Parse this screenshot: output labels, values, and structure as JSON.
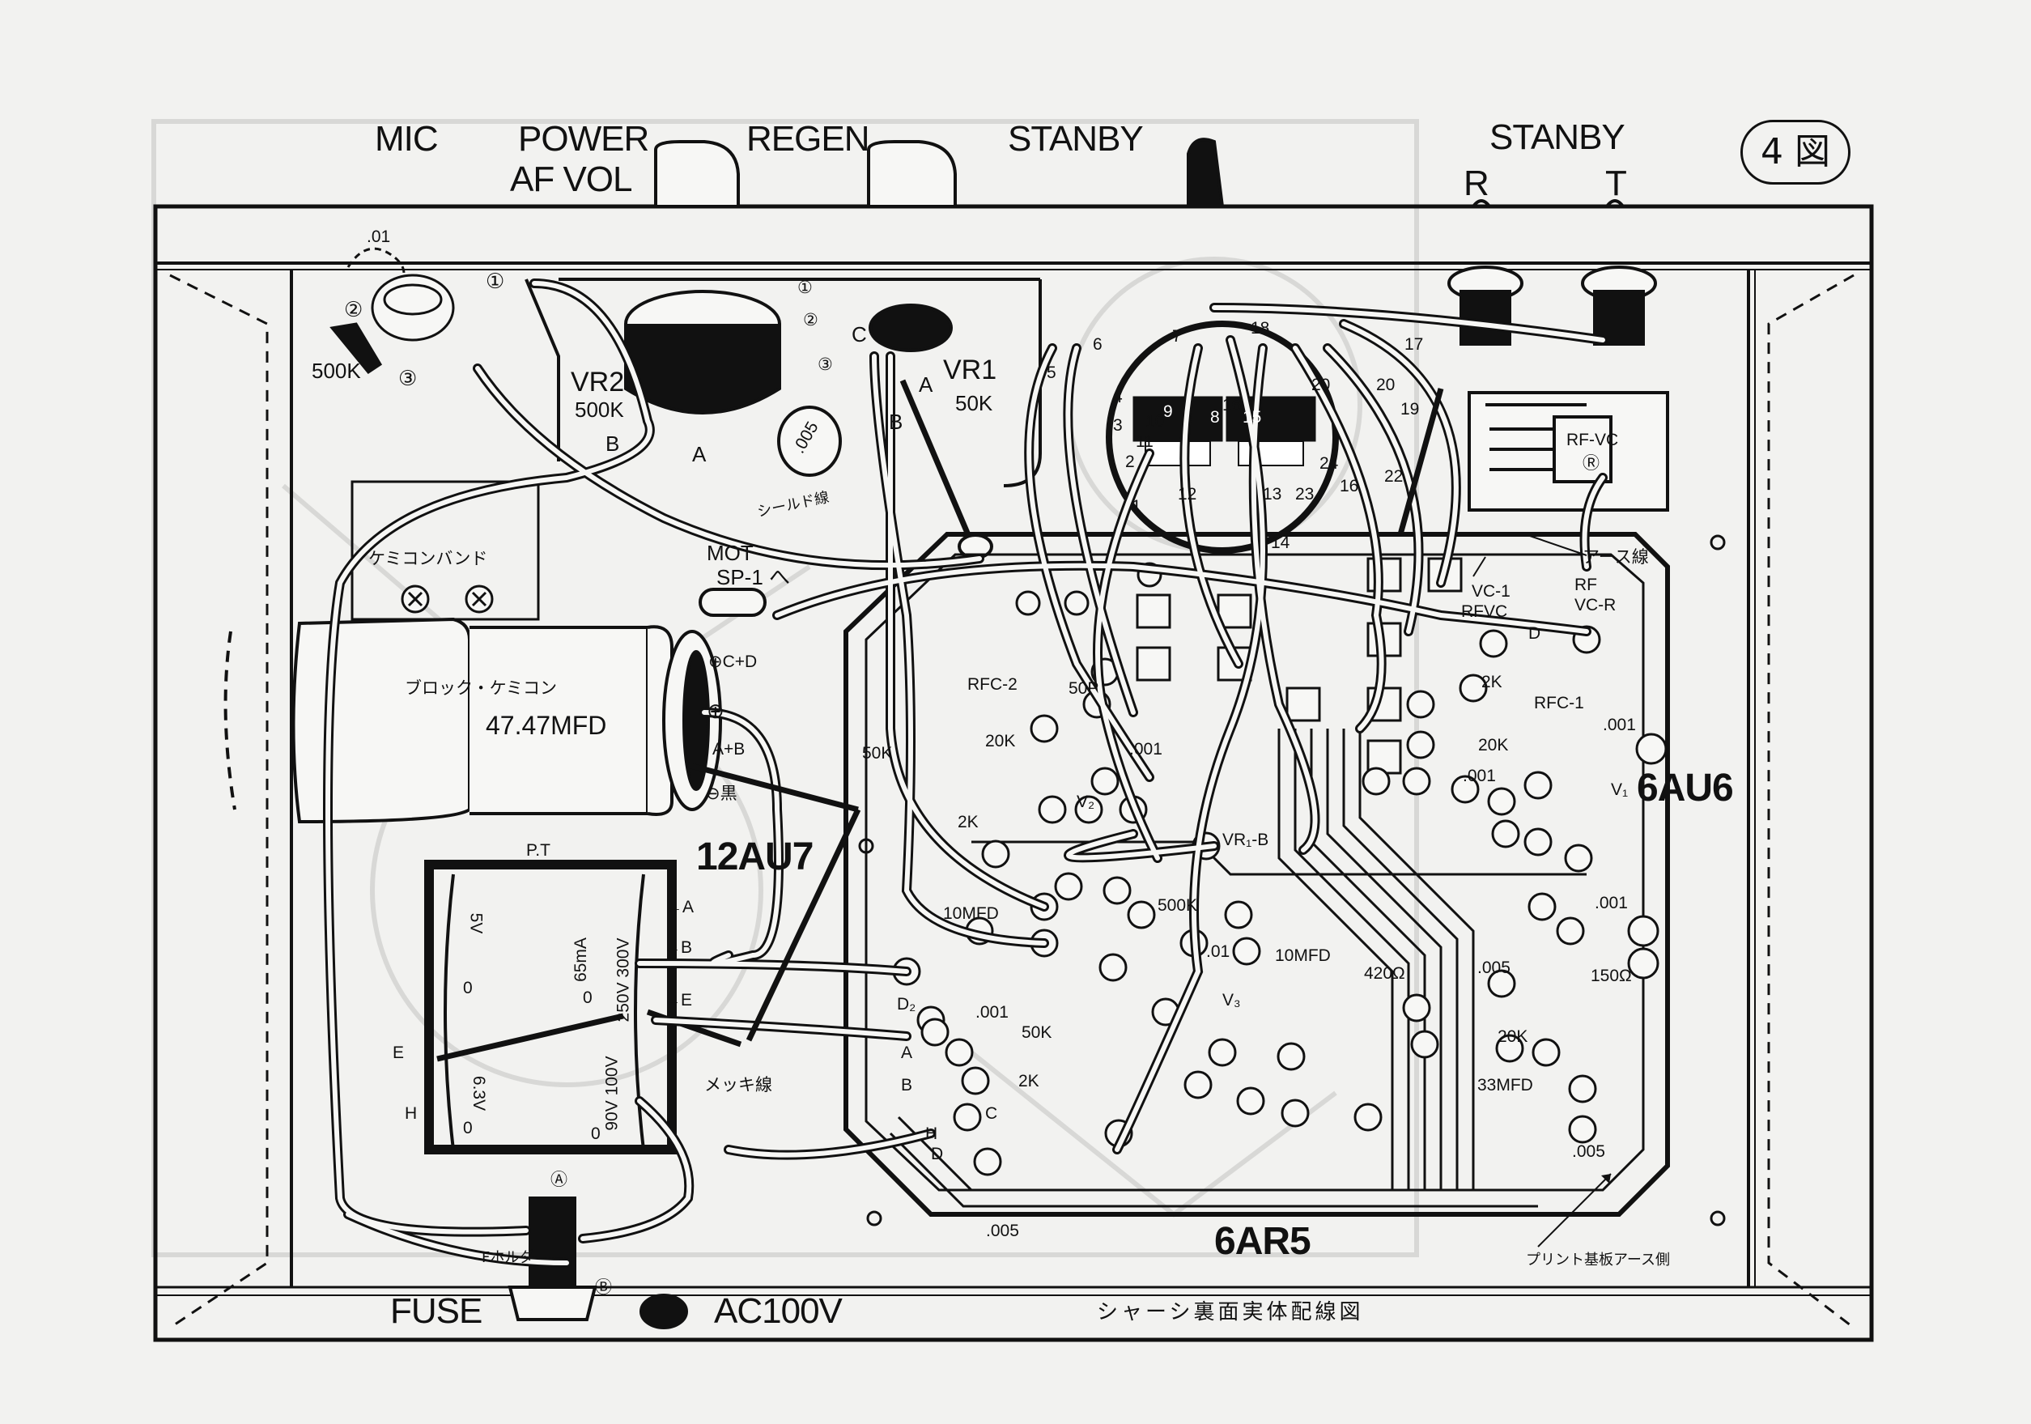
{
  "figure": {
    "badge": "4 図",
    "caption": "シャーシ裏面実体配線図"
  },
  "front_panel": {
    "mic": "MIC",
    "power": "POWER",
    "af_vol": "AF VOL",
    "regen": "REGEN",
    "stanby_left": "STANBY",
    "stanby_right": "STANBY",
    "stanby_r": "R",
    "stanby_t": "T"
  },
  "mic_jack": {
    "cap": ".01",
    "resistor": "500K",
    "pins": [
      "①",
      "②",
      "③"
    ]
  },
  "vr2": {
    "name": "VR2",
    "value": "500K",
    "pin_a": "A",
    "pin_b": "B",
    "cap": ".005",
    "pins": [
      "①",
      "②",
      "③"
    ]
  },
  "vr1": {
    "name": "VR1",
    "value": "50K",
    "pin_a": "A",
    "pin_b": "B",
    "pin_c": "C"
  },
  "block_cap": {
    "band_label": "ケミコンバンド",
    "name": "ブロック・ケミコン",
    "value": "47.47MFD",
    "term_cd": "⊕C+D",
    "term_plus": "⊕",
    "term_ab": "A+B",
    "term_minus": "⊖黒"
  },
  "mot": {
    "line1": "MOT",
    "line2": "SP-1 へ",
    "shield": "シールド線"
  },
  "power_transformer": {
    "name": "P.T",
    "ma": "65mA",
    "hv": "250V 300V",
    "v5": "5V",
    "v63": "6.3V",
    "lv": "90V 100V",
    "zero": "0",
    "tap_a": "←A",
    "tap_b": "←B",
    "tap_e": "←E",
    "left_e": "E",
    "left_h": "H",
    "plated_wire": "メッキ線"
  },
  "fuse": {
    "holder": "Fホルダ",
    "label": "FUSE",
    "term_a": "Ⓐ",
    "term_b": "Ⓑ",
    "ac": "AC100V"
  },
  "tubes": {
    "v2": "12AU7",
    "v3": "6AR5",
    "v1": "6AU6",
    "v1_tag": "V₁",
    "v2_tag": "V₂",
    "v3_tag": "V₃"
  },
  "coil_socket": {
    "pins": [
      "1",
      "2",
      "3",
      "4",
      "5",
      "6",
      "7",
      "8",
      "9",
      "10",
      "11",
      "12",
      "13",
      "14",
      "15",
      "16",
      "17",
      "18",
      "19",
      "20",
      "22",
      "23",
      "24"
    ]
  },
  "pcb": {
    "rfc2": "RFC-2",
    "c50p": "50P",
    "r20k_a": "20K",
    "c001_a": ".001",
    "r50k_a": "50K",
    "r2k_a": "2K",
    "c10mfd_a": "10MFD",
    "vr1b": "VR₁-B",
    "r500k": "500K",
    "c01": ".01",
    "c10mfd_b": "10MFD",
    "r420": "420Ω",
    "d2": "D₂",
    "c001_b": ".001",
    "r50k_b": "50K",
    "r2k_b": "2K",
    "c005_bottom": ".005",
    "pads_abcdh": [
      "A",
      "B",
      "C",
      "D",
      "H"
    ],
    "rfc1": "RFC-1",
    "r2k_c": "2K",
    "r20k_c": "20K",
    "c001_c": ".001",
    "c001_d": ".001",
    "c001_e": ".001",
    "r150": "150Ω",
    "c005_mid": ".005",
    "r20k_d": "20K",
    "c33mfd": "33MFD",
    "c005_right": ".005",
    "vc1": "VC-1",
    "rfvc": "RFVC",
    "rf": "RF",
    "vcr": "VC-R",
    "earth_wire": "アース線",
    "rfvc_box": "RF-VC",
    "rfvc_r": "Ⓡ",
    "pcb_earth": "プリント基板アース側",
    "pin_d": "D"
  }
}
